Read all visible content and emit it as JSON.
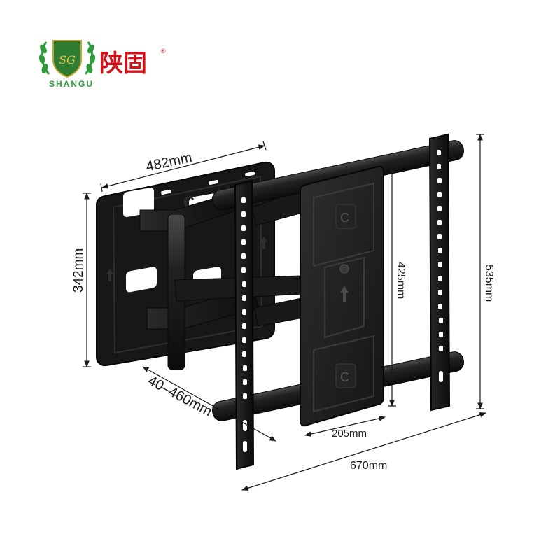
{
  "brand": {
    "name_cn": "陕固",
    "name_en": "SHANGU",
    "registered_mark": "®",
    "monogram": "SG",
    "colors": {
      "red": "#d0121b",
      "green": "#2e9a3a",
      "gold": "#c9a227"
    }
  },
  "product": {
    "colors": {
      "metal": "#1c1c1c",
      "metal_light": "#3a3a3a",
      "metal_dark": "#0d0d0d",
      "highlight": "#5a5a5a"
    }
  },
  "dimensions": {
    "top_width": "482mm",
    "wall_plate_height": "342mm",
    "extension": "40–460mm",
    "vesa_height": "425mm",
    "center_plate_width": "205mm",
    "total_width": "670mm",
    "total_height": "535mm"
  }
}
